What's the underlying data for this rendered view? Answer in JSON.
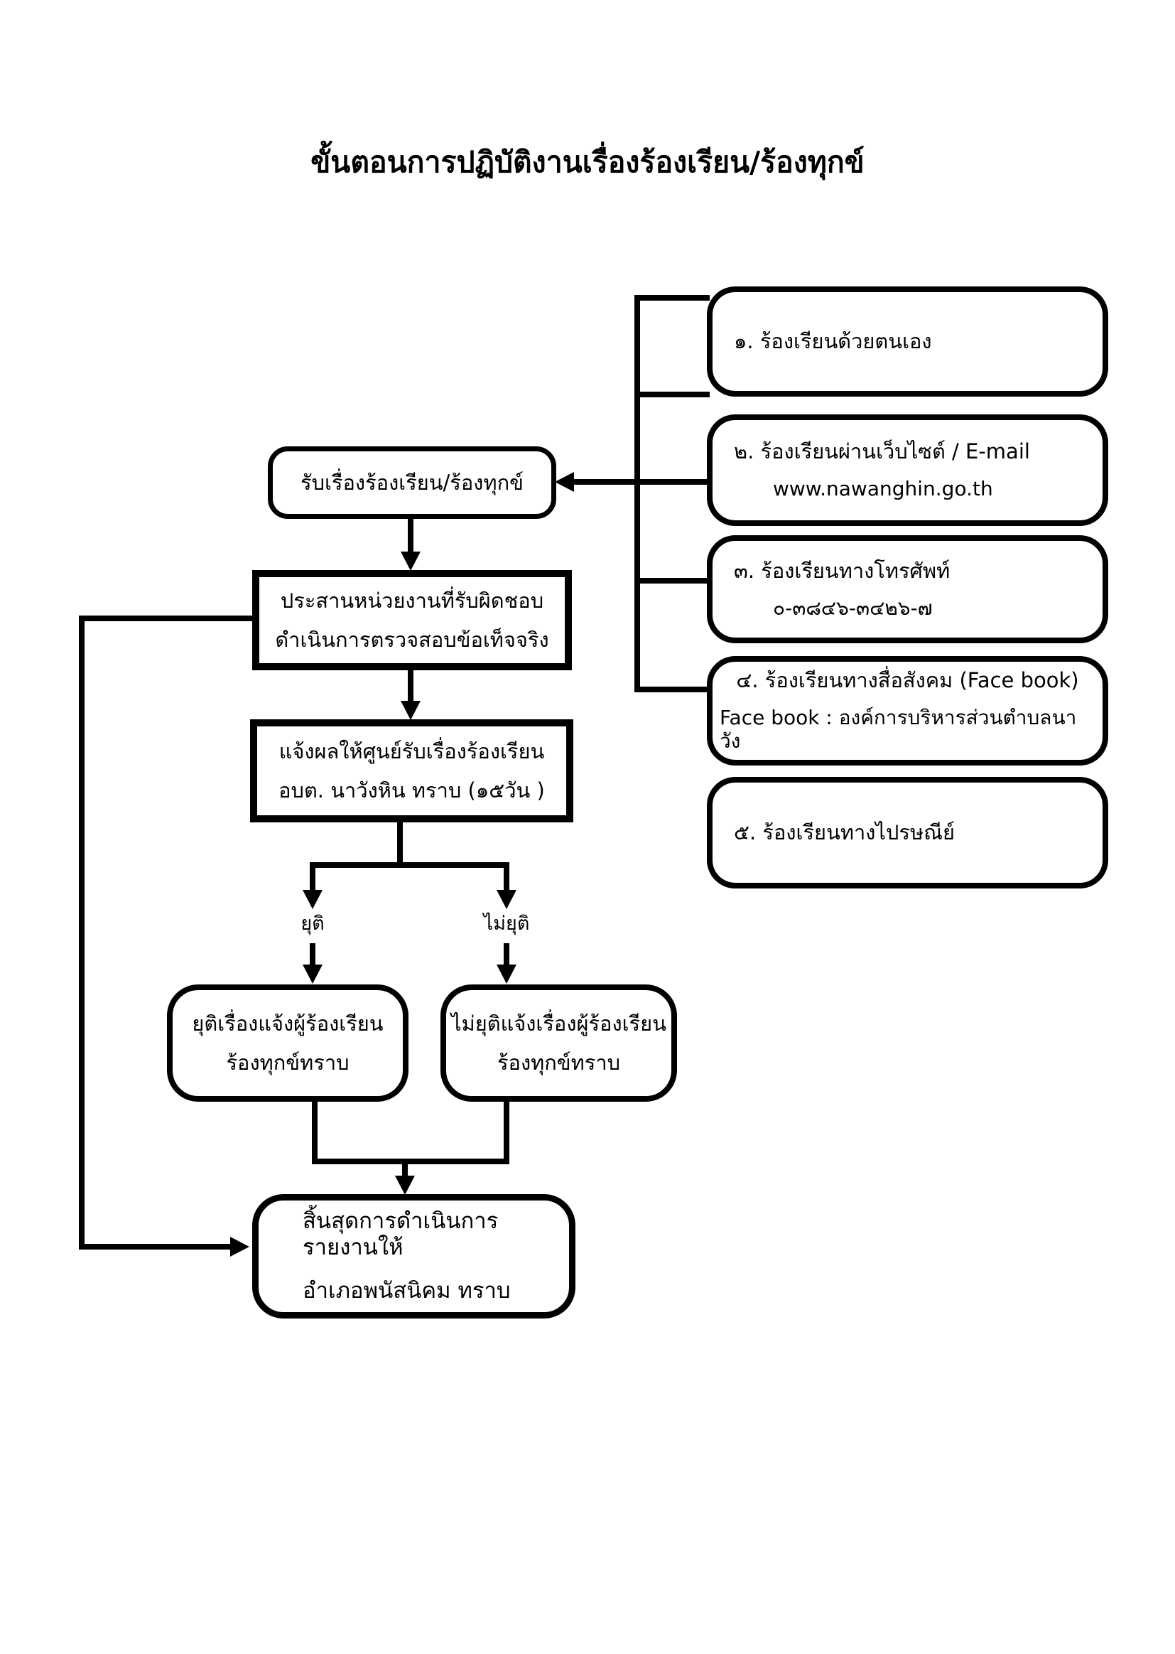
{
  "page": {
    "title": "ขั้นตอนการปฏิบัติงานเรื่องร้องเรียน/ร้องทุกข์"
  },
  "channels": {
    "box1": {
      "line1": "๑. ร้องเรียนด้วยตนเอง"
    },
    "box2": {
      "line1": "๒. ร้องเรียนผ่านเว็บไซต์ / E-mail",
      "line2": "www.nawanghin.go.th"
    },
    "box3": {
      "line1": "๓. ร้องเรียนทางโทรศัพท์",
      "line2": "๐-๓๘๔๖-๓๔๒๖-๗"
    },
    "box4": {
      "line1": "๔. ร้องเรียนทางสื่อสังคม (Face book)",
      "line2": "Face book : องค์การบริหารส่วนตำบลนาวัง"
    },
    "box5": {
      "line1": "๕. ร้องเรียนทางไปรษณีย์"
    }
  },
  "flow": {
    "receive": "รับเรื่องร้องเรียน/ร้องทุกข์",
    "coordinate": {
      "line1": "ประสานหน่วยงานที่รับผิดชอบ",
      "line2": "ดำเนินการตรวจสอบข้อเท็จจริง"
    },
    "report": {
      "line1": "แจ้งผลให้ศูนย์รับเรื่องร้องเรียน",
      "line2": "อบต. นาวังหิน ทราบ (๑๕วัน )"
    },
    "branch": {
      "left": "ยุติ",
      "right": "ไม่ยุติ"
    },
    "concluded": {
      "line1": "ยุติเรื่องแจ้งผู้ร้องเรียน",
      "line2": "ร้องทุกข์ทราบ"
    },
    "not_concluded": {
      "line1": "ไม่ยุติแจ้งเรื่องผู้ร้องเรียน",
      "line2": "ร้องทุกข์ทราบ"
    },
    "end": {
      "line1": "สิ้นสุดการดำเนินการรายงานให้",
      "line2": "อำเภอพนัสนิคม ทราบ"
    }
  },
  "colors": {
    "ink": "#000000",
    "paper": "#ffffff"
  }
}
